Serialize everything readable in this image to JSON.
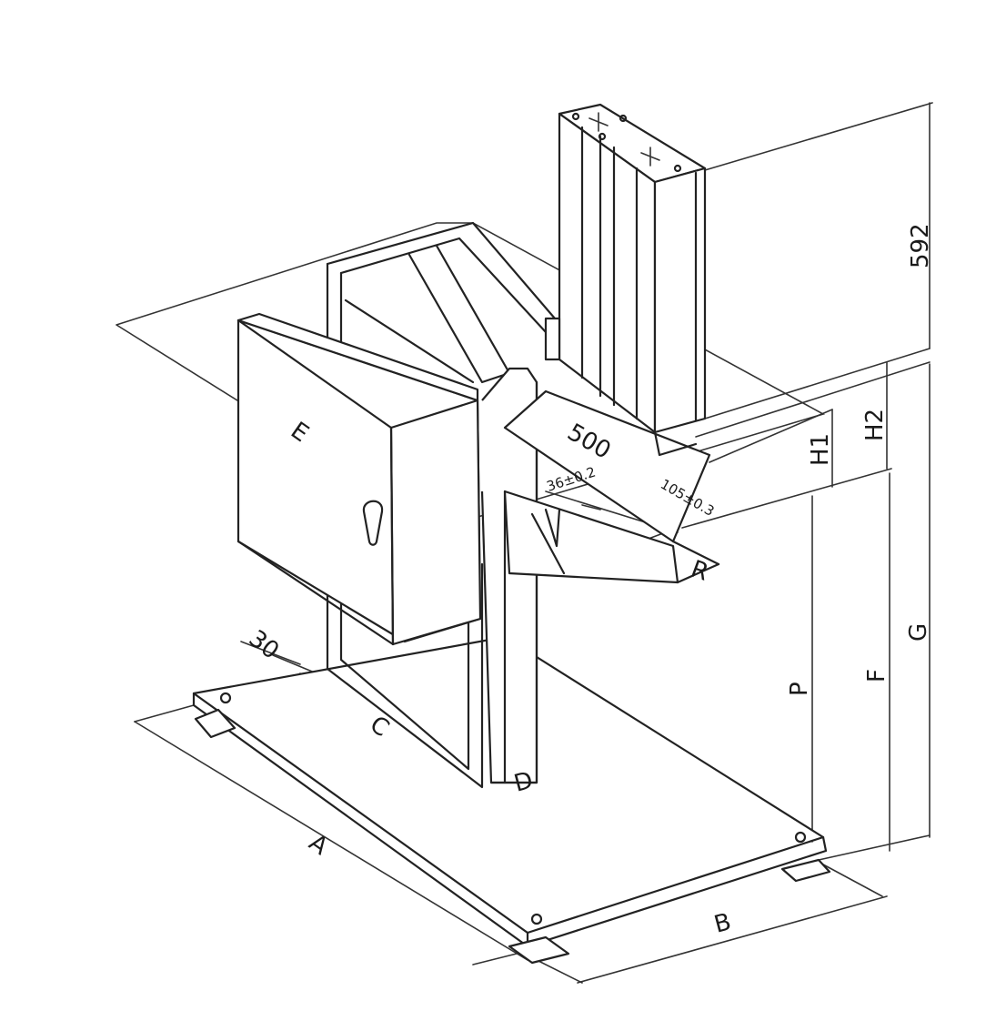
{
  "labels": {
    "a": "A",
    "b": "B",
    "c": "C",
    "d": "D",
    "e": "E",
    "f": "F",
    "g": "G",
    "p": "P",
    "r": "R",
    "h1": "H1",
    "h2": "H2",
    "dim_592": "592",
    "dim_500": "500",
    "dim_30": "30",
    "dim_36": "36±0.2",
    "dim_105": "105±0.3"
  }
}
